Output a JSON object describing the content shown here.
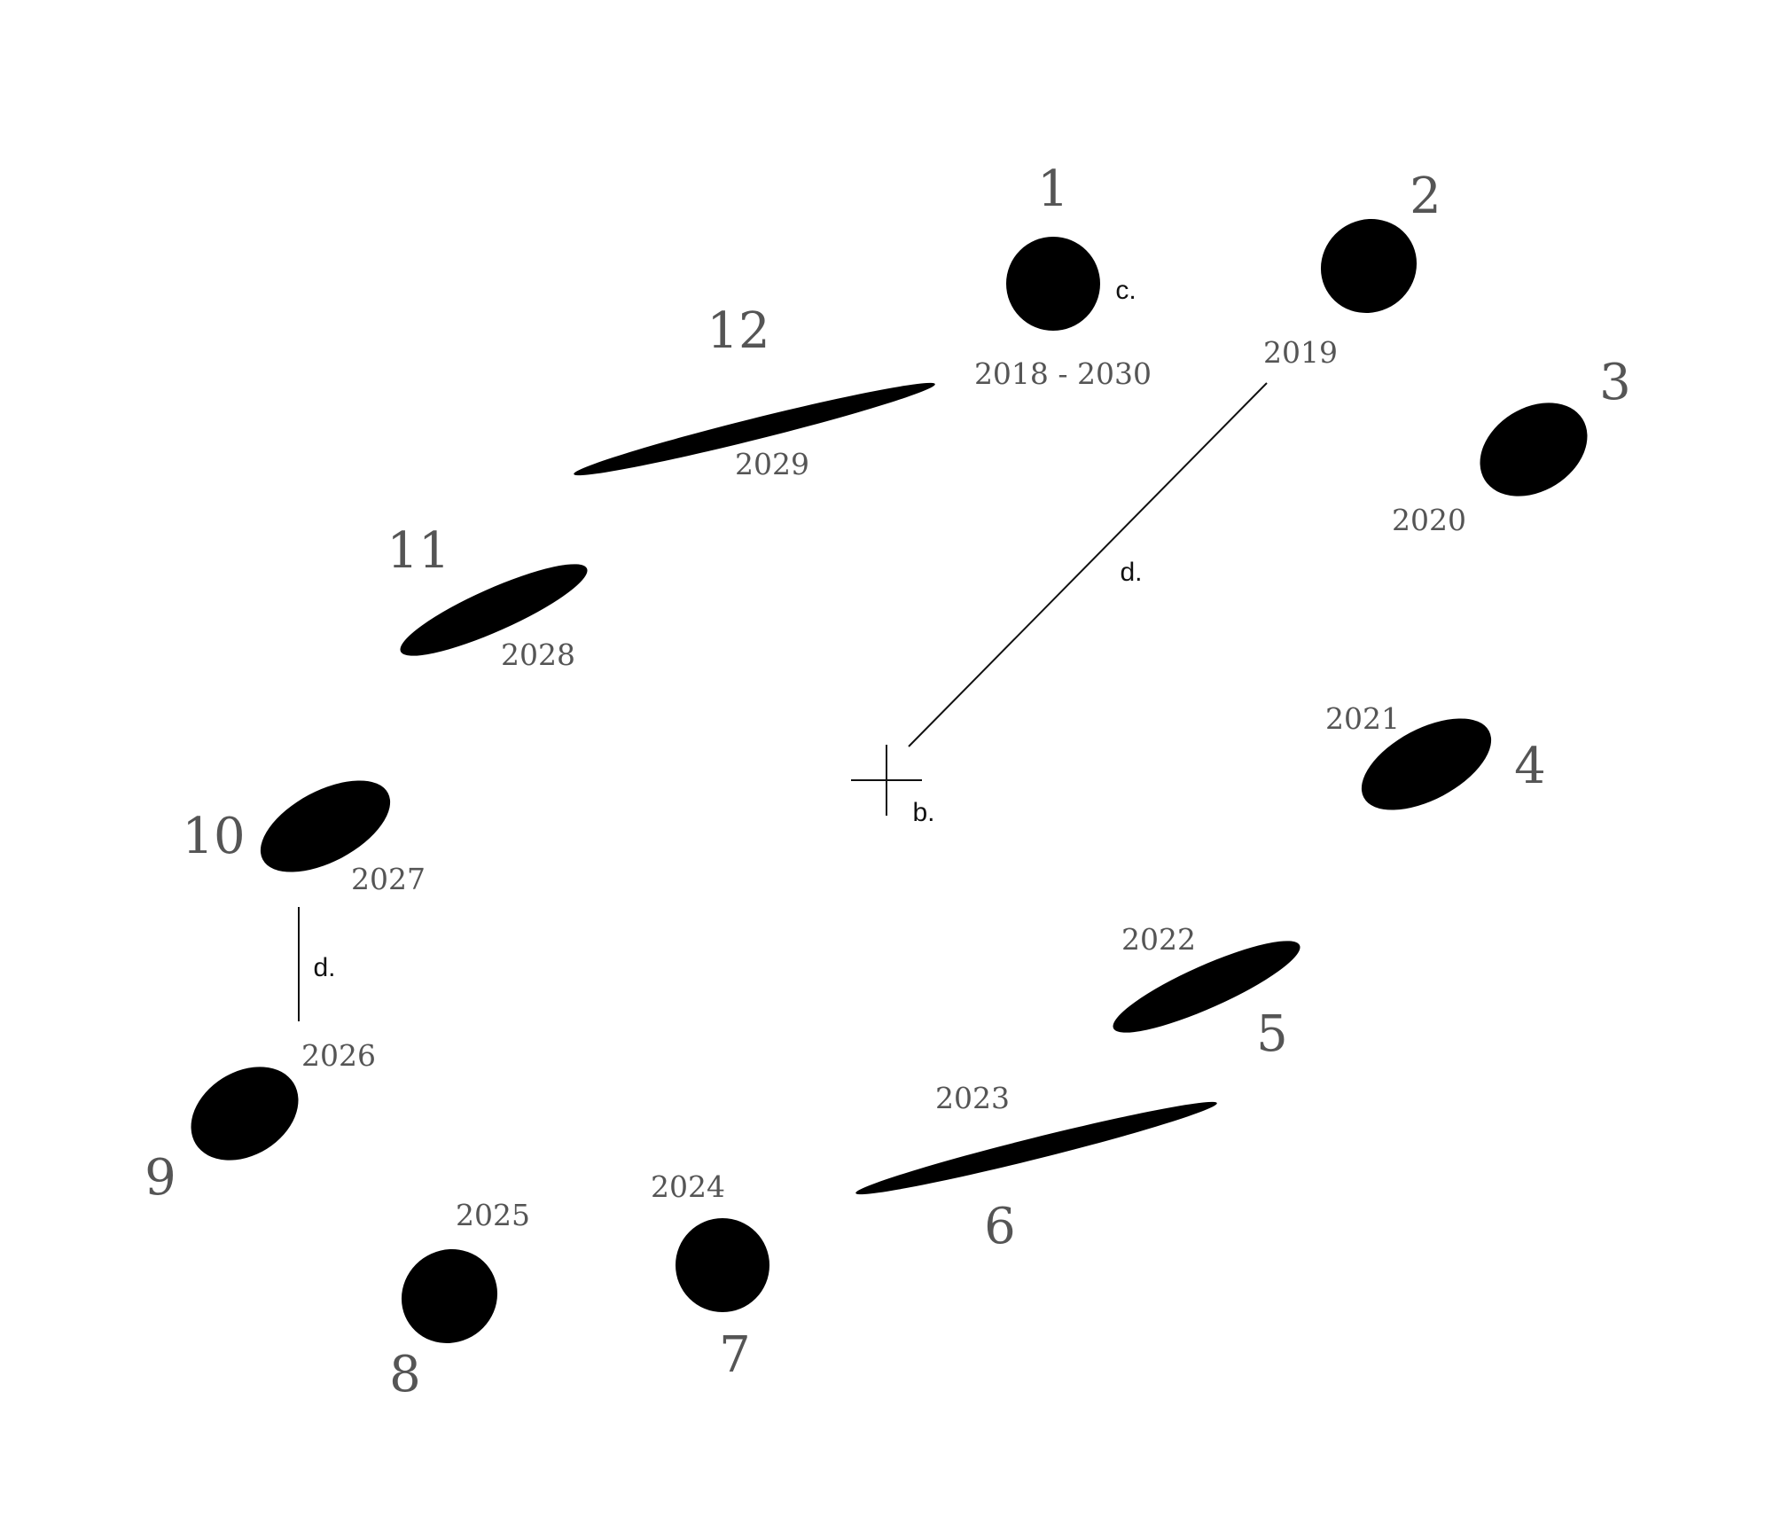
{
  "positions": [
    {
      "number": "1",
      "year": "2018 - 2030"
    },
    {
      "number": "2",
      "year": "2019"
    },
    {
      "number": "3",
      "year": "2020"
    },
    {
      "number": "4",
      "year": "2021"
    },
    {
      "number": "5",
      "year": "2022"
    },
    {
      "number": "6",
      "year": "2023"
    },
    {
      "number": "7",
      "year": "2024"
    },
    {
      "number": "8",
      "year": "2025"
    },
    {
      "number": "9",
      "year": "2026"
    },
    {
      "number": "10",
      "year": "2027"
    },
    {
      "number": "11",
      "year": "2028"
    },
    {
      "number": "12",
      "year": "2029"
    }
  ],
  "markers": {
    "c": "c.",
    "d_center": "d.",
    "d_side": "d.",
    "b": "b."
  },
  "colors": {
    "ellipse": "#000000",
    "text": "#555555",
    "line": "#111111"
  }
}
